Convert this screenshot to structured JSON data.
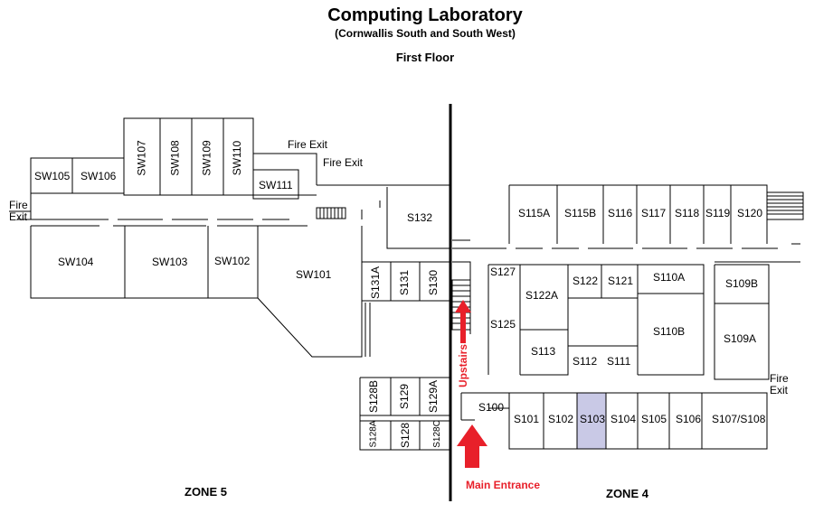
{
  "header": {
    "title": "Computing Laboratory",
    "subtitle": "(Cornwallis South and South West)",
    "floor": "First Floor"
  },
  "zones": {
    "left": "ZONE 5",
    "right": "ZONE 4"
  },
  "labels": {
    "fire_exit": "Fire Exit",
    "fire_exit_left_line1": "Fire",
    "fire_exit_left_line2": "Exit",
    "main_entrance": "Main Entrance",
    "upstairs": "Upstairs"
  },
  "rooms": {
    "sw105": "SW105",
    "sw106": "SW106",
    "sw107": "SW107",
    "sw108": "SW108",
    "sw109": "SW109",
    "sw110": "SW110",
    "sw111": "SW111",
    "sw104": "SW104",
    "sw103": "SW103",
    "sw102": "SW102",
    "sw101": "SW101",
    "s132": "S132",
    "s131a": "S131A",
    "s131": "S131",
    "s130": "S130",
    "s128b": "S128B",
    "s129": "S129",
    "s129a": "S129A",
    "s128a": "S128A",
    "s128": "S128",
    "s128c": "S128C",
    "s115a": "S115A",
    "s115b": "S115B",
    "s116": "S116",
    "s117": "S117",
    "s118": "S118",
    "s119": "S119",
    "s120": "S120",
    "s127": "S127",
    "s122a": "S122A",
    "s125": "S125",
    "s113": "S113",
    "s122": "S122",
    "s121": "S121",
    "s110a": "S110A",
    "s109b": "S109B",
    "s110b": "S110B",
    "s109a": "S109A",
    "s112": "S112",
    "s111": "S111",
    "s100": "S100",
    "s101": "S101",
    "s102": "S102",
    "s103": "S103",
    "s104": "S104",
    "s105": "S105",
    "s106": "S106",
    "s107_108": "S107/S108"
  },
  "colors": {
    "highlight": "#c9c9e6",
    "accent_red": "#e8202a",
    "line": "#000000"
  },
  "icons": {
    "arrow": "red-arrow-icon",
    "stairs": "stairs-icon"
  }
}
